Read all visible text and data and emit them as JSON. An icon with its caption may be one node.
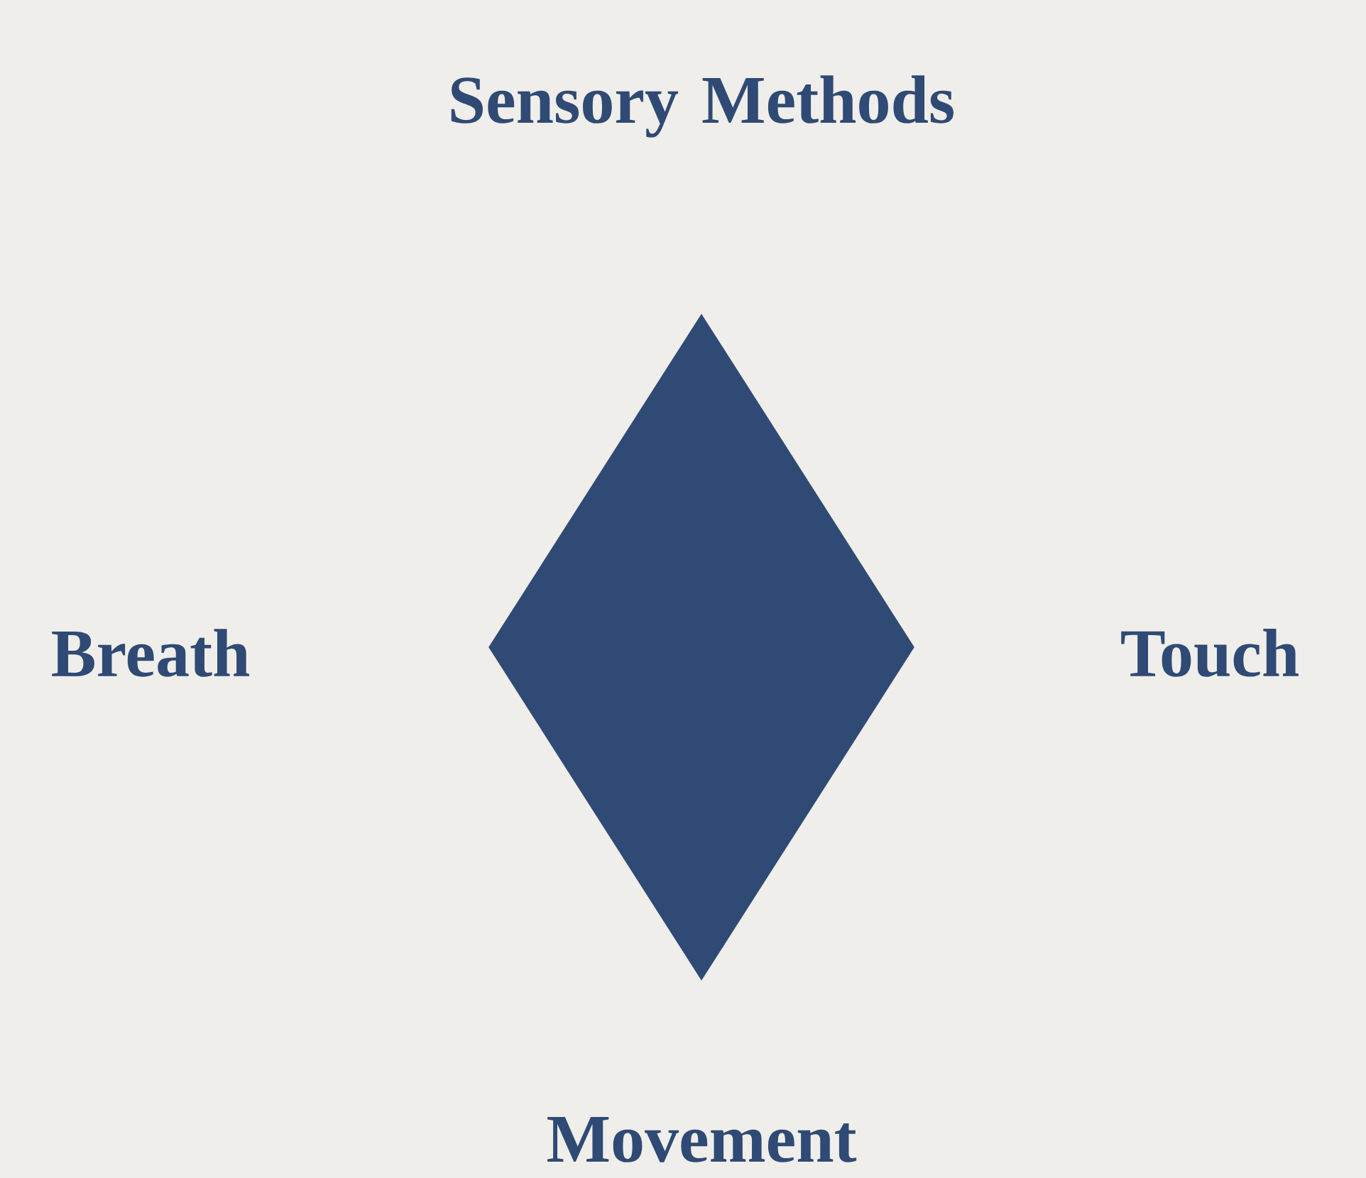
{
  "diagram": {
    "title": "Sensory Methods",
    "nodes": [
      {
        "text": [],
        "shape": "diamond"
      }
    ],
    "labels": [
      "Breath",
      "Touch",
      "Movement"
    ]
  }
}
